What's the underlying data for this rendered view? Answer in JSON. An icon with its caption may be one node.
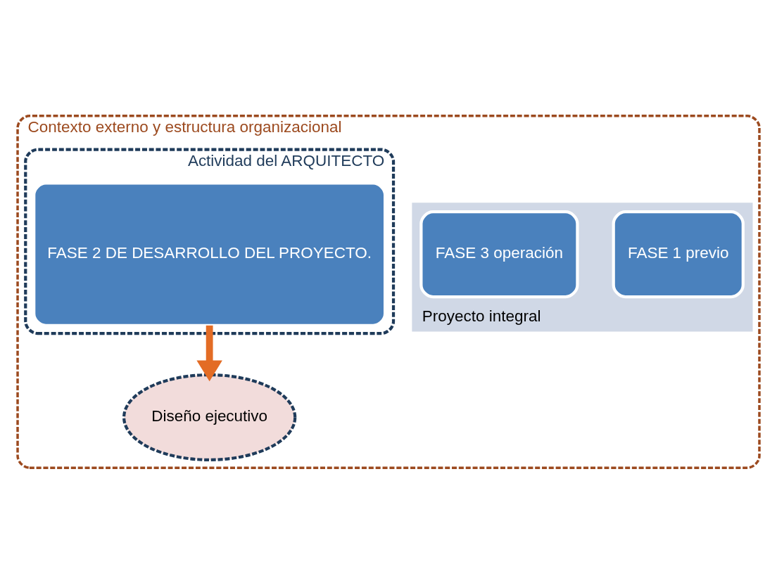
{
  "diagram": {
    "nodes": [
      {
        "text": [
          "Contexto externo y estructura organizacional"
        ]
      },
      {
        "text": [
          "Proyecto integral"
        ],
        "in": 0
      },
      {
        "text": [
          "Actividad del ARQUITECTO"
        ],
        "in": 0
      },
      {
        "text": [
          "FASE 1 previo"
        ],
        "in": 1
      },
      {
        "text": [
          "FASE 2 DE DESARROLLO DEL PROYECTO."
        ],
        "in": 2
      },
      {
        "text": [
          "FASE 3 operación"
        ],
        "in": 1
      },
      {
        "text": [
          "Diseño ejecutivo"
        ],
        "in": 0
      }
    ],
    "edges": [
      {
        "from": 4,
        "to": 6,
        "arrow": "to",
        "color": "#e36c25"
      }
    ]
  }
}
